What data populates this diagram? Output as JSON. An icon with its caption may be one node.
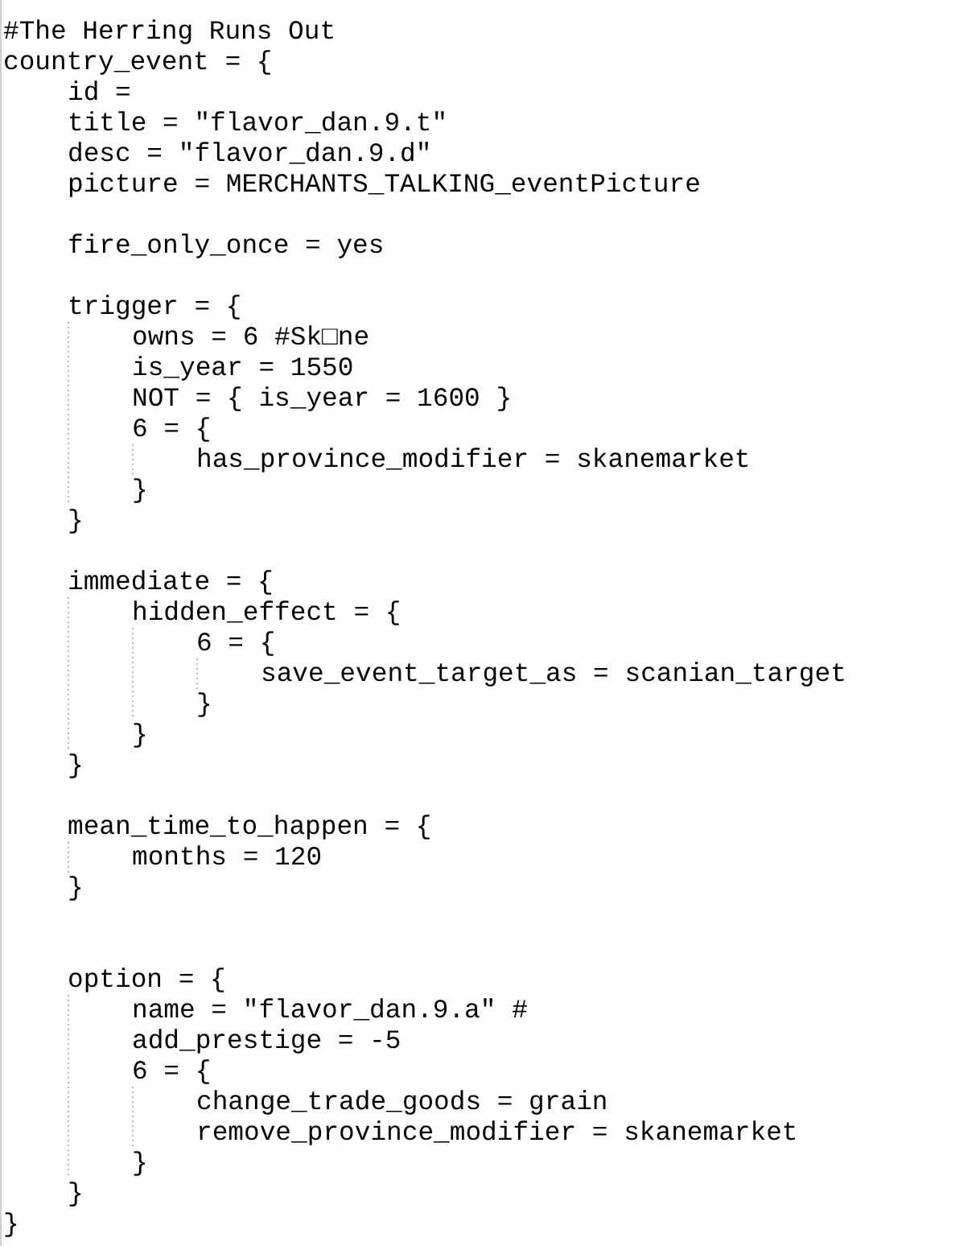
{
  "diagram": {
    "labels": [
      "#The Herring Runs Out",
      "country_event = {",
      "id =",
      "title = \"flavor_dan.9.t\"",
      "desc = \"flavor_dan.9.d\"",
      "picture = MERCHANTS_TALKING_eventPicture",
      "fire_only_once = yes",
      "trigger = {",
      "owns = 6 #Sk□ne",
      "is_year = 1550",
      "NOT = { is_year = 1600 }",
      "6 = {",
      "has_province_modifier = skanemarket",
      "}",
      "}",
      "immediate = {",
      "hidden_effect = {",
      "6 = {",
      "save_event_target_as = scanian_target",
      "}",
      "}",
      "}",
      "mean_time_to_happen = {",
      "months = 120",
      "}",
      "option = {",
      "name = \"flavor_dan.9.a\" #",
      "add_prestige = -5",
      "6 = {",
      "change_trade_goods = grain",
      "remove_province_modifier = skanemarket",
      "}",
      "}",
      "}"
    ]
  }
}
